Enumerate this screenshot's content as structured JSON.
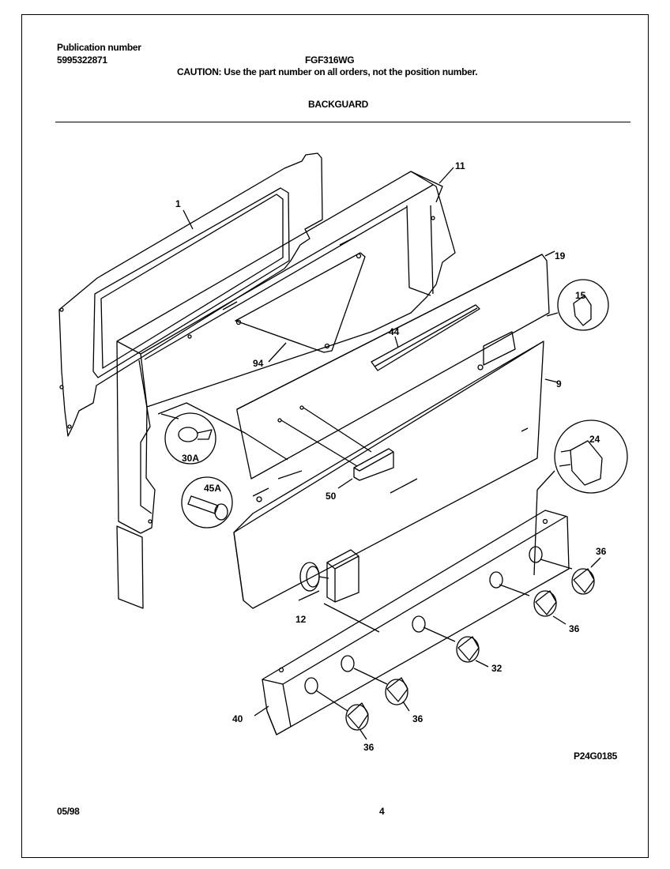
{
  "header": {
    "pub_label": "Publication number",
    "pub_number": "5995322871",
    "model": "FGF316WG",
    "caution": "CAUTION:  Use the part number on all orders, not the position number.",
    "section_title": "BACKGUARD"
  },
  "callouts": {
    "c1": "1",
    "c11": "11",
    "c19": "19",
    "c15": "15",
    "c44": "44",
    "c94": "94",
    "c9": "9",
    "c30A": "30A",
    "c45A": "45A",
    "c24": "24",
    "c50": "50",
    "c36a": "36",
    "c12": "12",
    "c36b": "36",
    "c32": "32",
    "c40": "40",
    "c36c": "36",
    "c36d": "36"
  },
  "footer": {
    "drawing_code": "P24G0185",
    "date": "05/98",
    "page": "4"
  }
}
